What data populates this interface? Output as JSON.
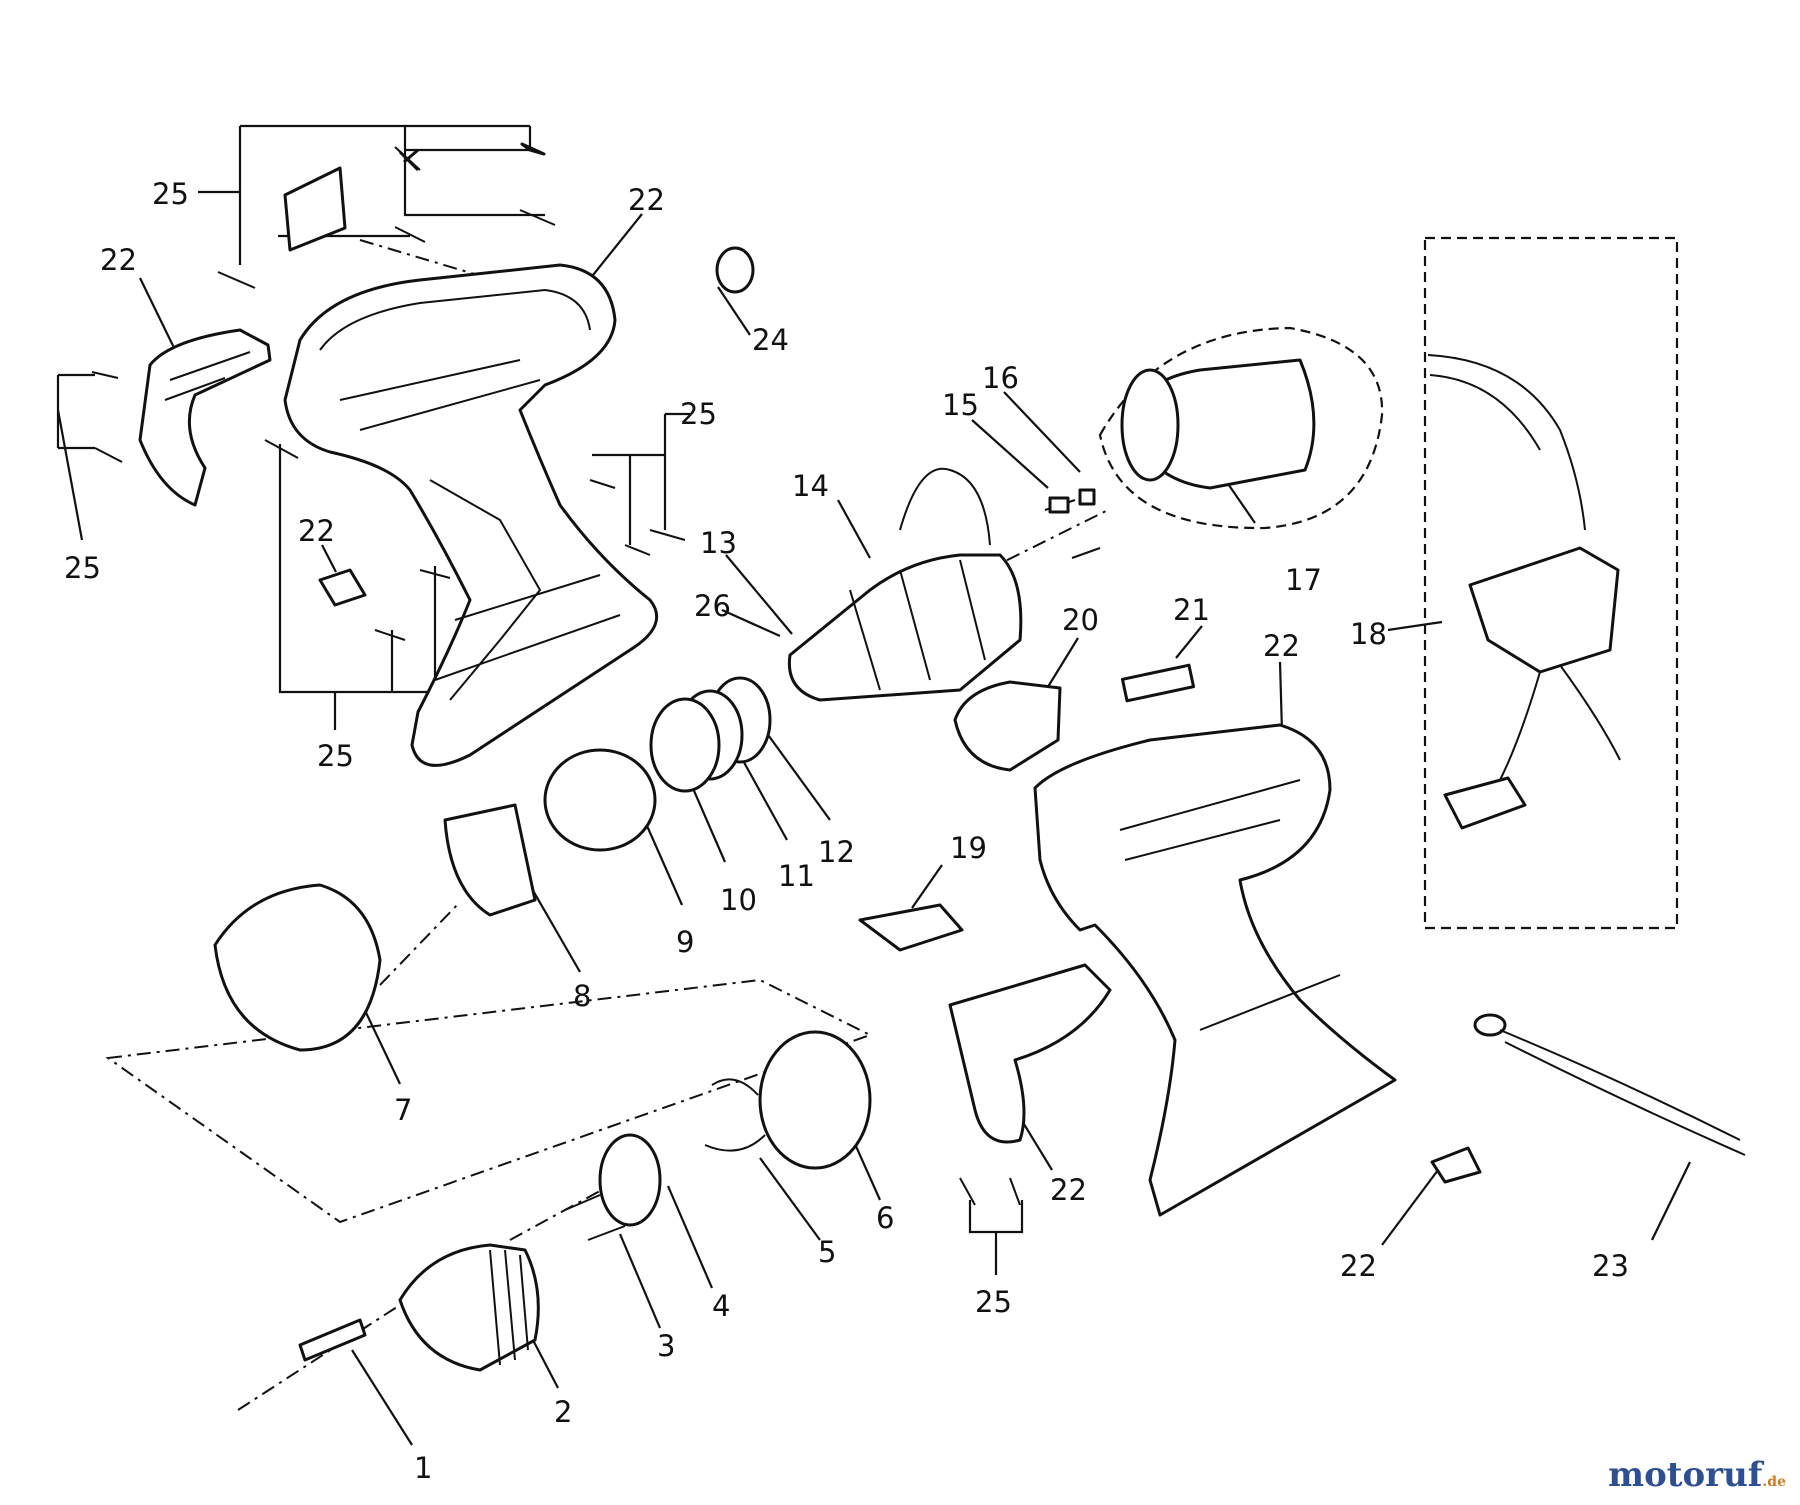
{
  "callouts": [
    "1",
    "2",
    "3",
    "4",
    "5",
    "6",
    "7",
    "8",
    "9",
    "10",
    "11",
    "12",
    "13",
    "14",
    "15",
    "16",
    "17",
    "18",
    "19",
    "20",
    "21",
    "22",
    "23",
    "24",
    "25",
    "26"
  ],
  "labels": {
    "l25a": "25",
    "l22a": "22",
    "l22b": "22",
    "l25b": "25",
    "l25c": "25",
    "l22c": "22",
    "l25d": "25",
    "l24": "24",
    "l16": "16",
    "l15": "15",
    "l14": "14",
    "l13": "13",
    "l26": "26",
    "l17": "17",
    "l18": "18",
    "l20": "20",
    "l21": "21",
    "l22d": "22",
    "l12": "12",
    "l11": "11",
    "l10": "10",
    "l9": "9",
    "l8": "8",
    "l7": "7",
    "l19": "19",
    "l6": "6",
    "l5": "5",
    "l4": "4",
    "l3": "3",
    "l2": "2",
    "l1": "1",
    "l22e": "22",
    "l25e": "25",
    "l22f": "22",
    "l23": "23"
  },
  "watermark": {
    "name": "motoruf",
    "tld": ".de"
  }
}
